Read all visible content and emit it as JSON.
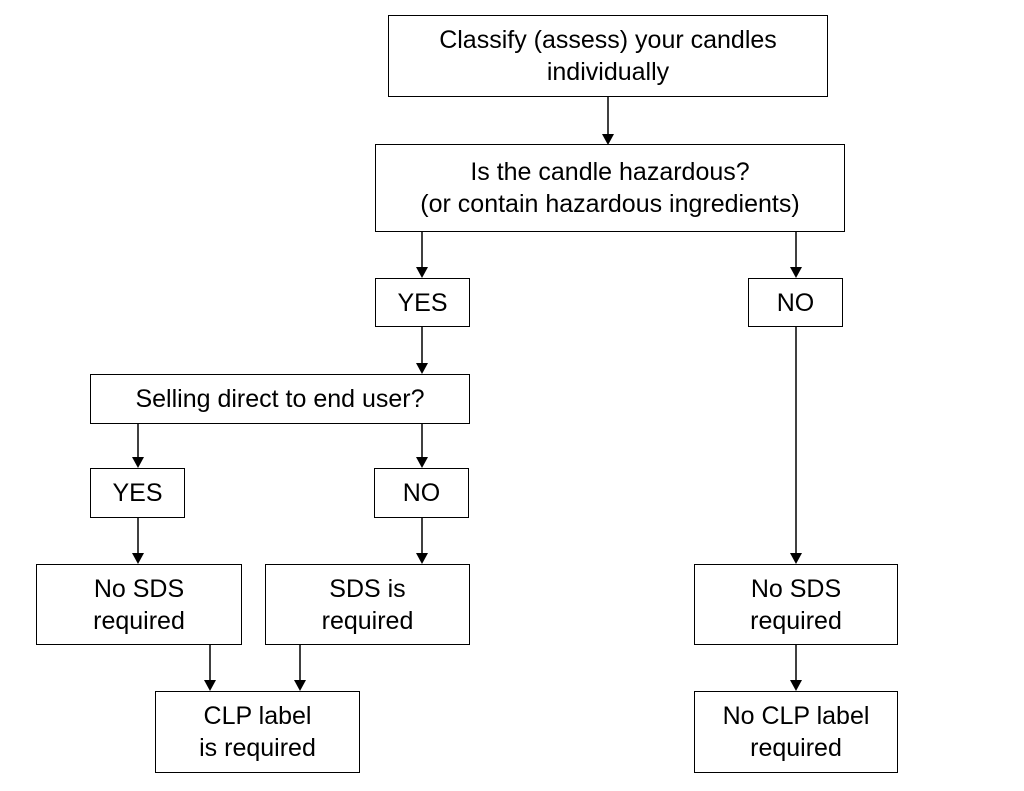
{
  "flowchart": {
    "classify": "Classify (assess) your candles\nindividually",
    "hazardous_question": "Is the candle hazardous?\n(or contain hazardous ingredients)",
    "hazardous_yes": "YES",
    "hazardous_no": "NO",
    "selling_question": "Selling direct to end user?",
    "selling_yes": "YES",
    "selling_no": "NO",
    "no_sds_left": "No SDS\nrequired",
    "sds_required": "SDS is\nrequired",
    "no_sds_right": "No SDS\nrequired",
    "clp_required": "CLP label\nis required",
    "no_clp_required": "No CLP label\nrequired"
  }
}
